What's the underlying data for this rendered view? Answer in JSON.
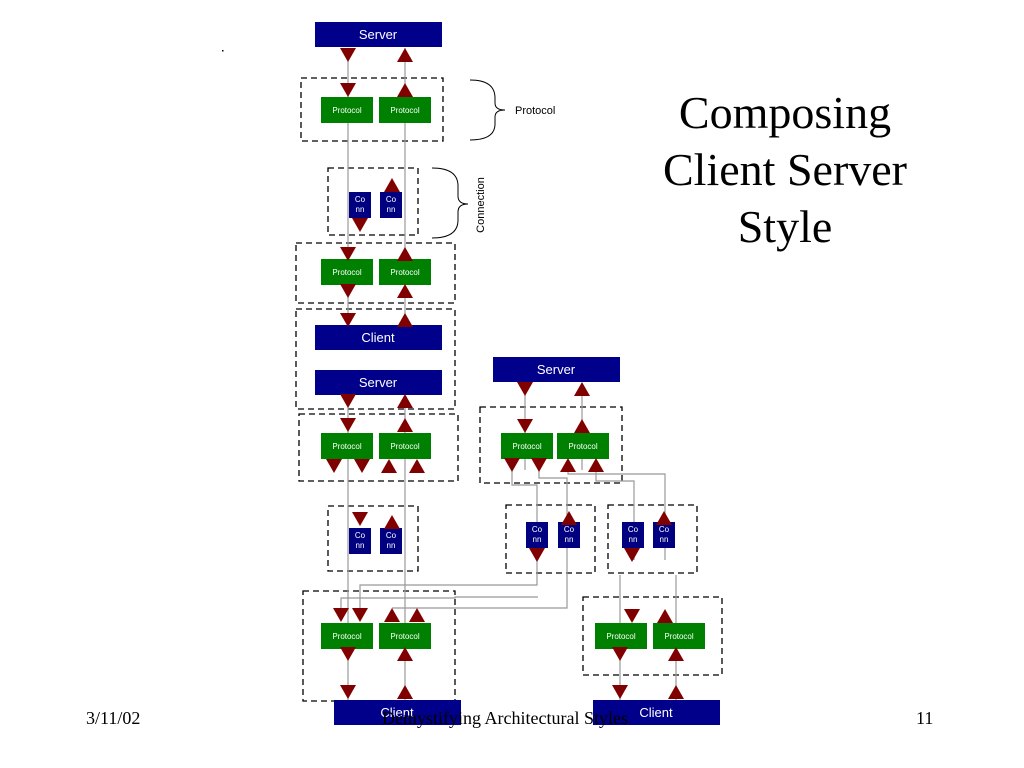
{
  "slide": {
    "title_lines": [
      "Composing",
      "Client Server",
      "Style"
    ],
    "footer": {
      "date": "3/11/02",
      "center": "Demystifying Architectural Styles",
      "page": "11"
    }
  },
  "labels": {
    "server": "Server",
    "client": "Client",
    "protocol": "Protocol",
    "conn": [
      "Co",
      "nn"
    ]
  },
  "annotations": {
    "protocol": "Protocol",
    "connection": "Connection"
  },
  "colors": {
    "server_client": "#00008b",
    "protocol": "#008000",
    "conn": "#000080",
    "arrow": "#800000",
    "wire": "#999999"
  }
}
